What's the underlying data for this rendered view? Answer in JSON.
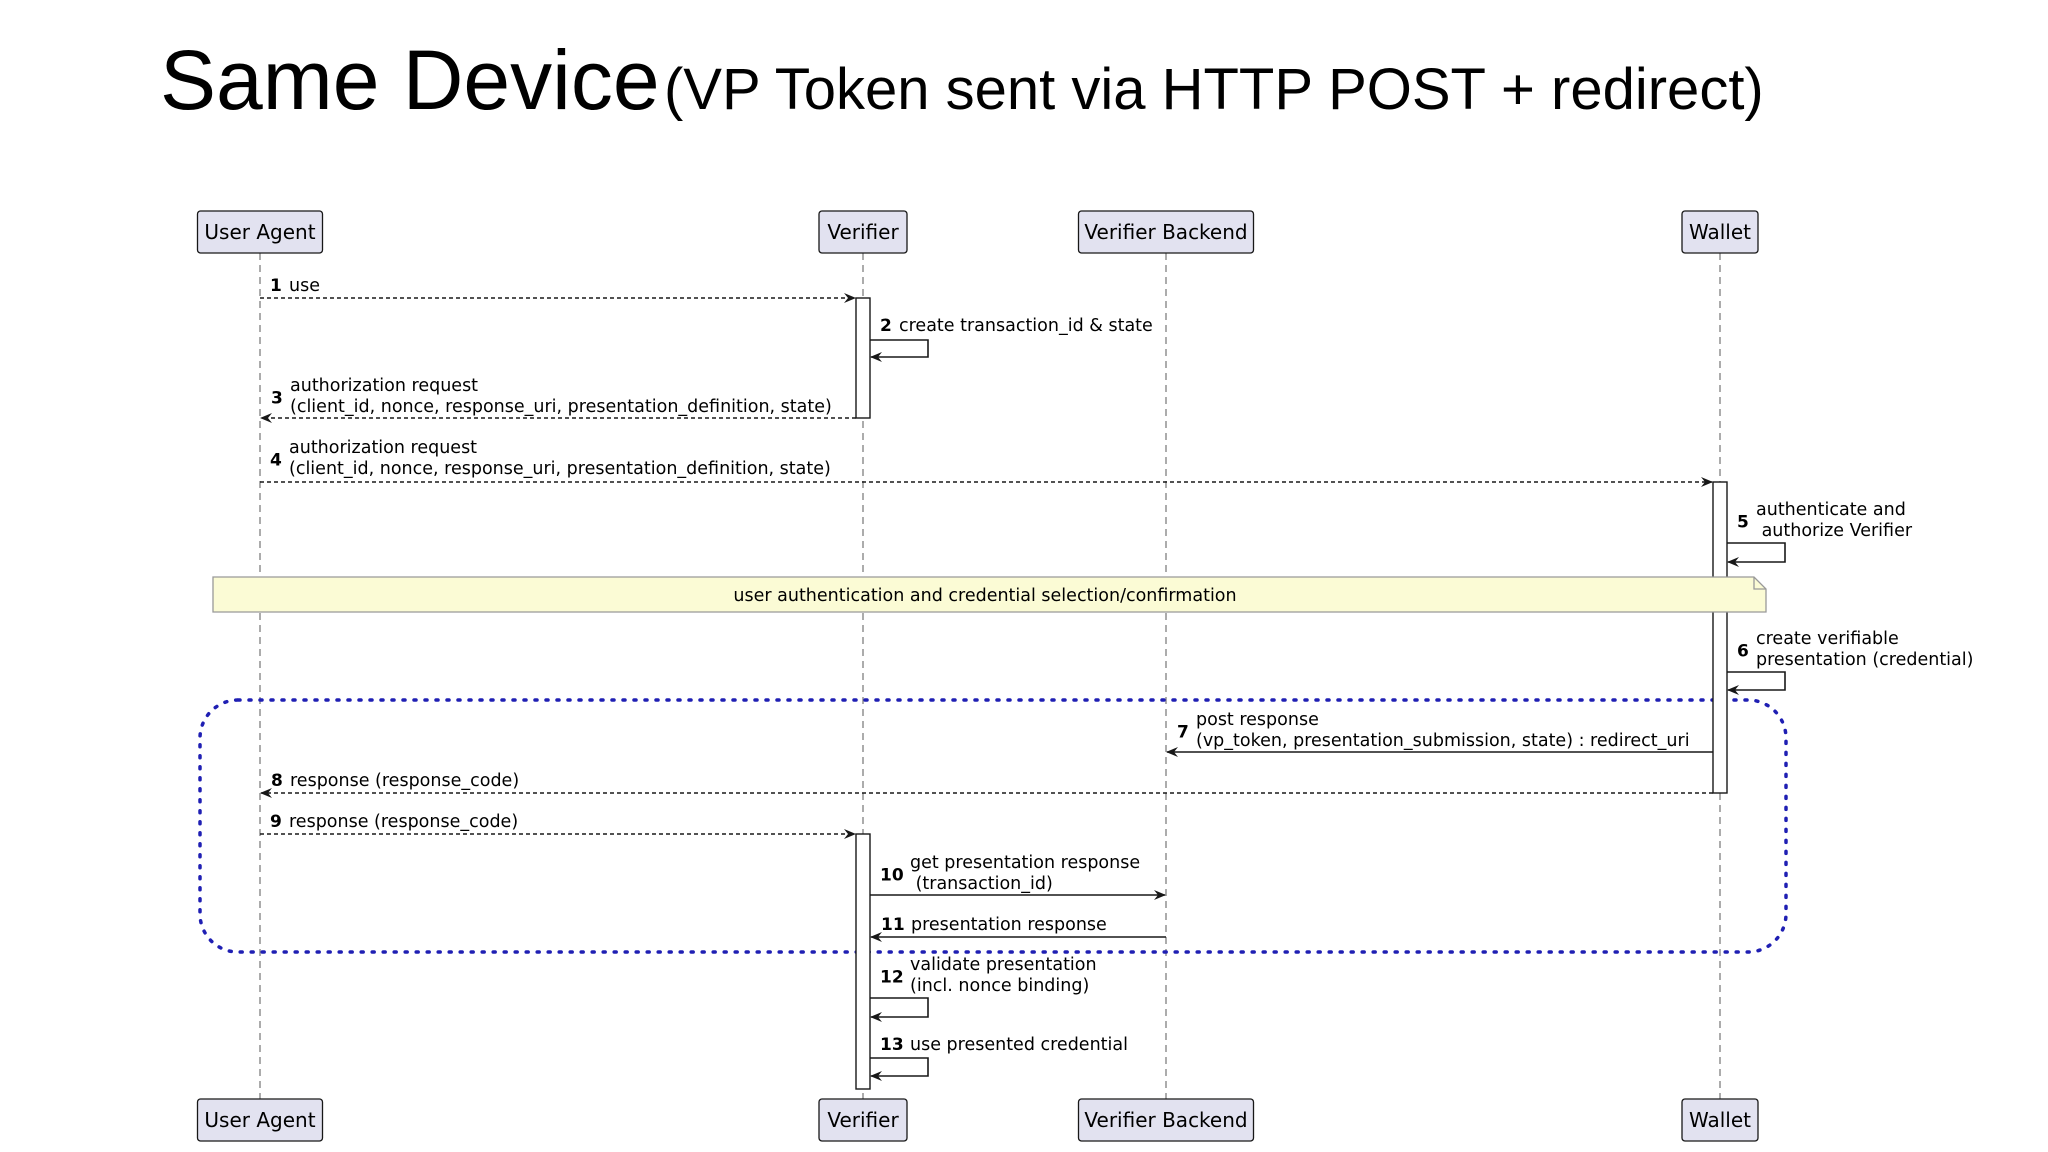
{
  "title": {
    "main": "Same Device",
    "subtitle": "(VP Token sent via HTTP POST + redirect)"
  },
  "participants": [
    {
      "id": "ua",
      "label": "User Agent"
    },
    {
      "id": "verifier",
      "label": "Verifier"
    },
    {
      "id": "backend",
      "label": "Verifier Backend"
    },
    {
      "id": "wallet",
      "label": "Wallet"
    }
  ],
  "messages": [
    {
      "num": "1",
      "from": "ua",
      "to": "verifier",
      "style": "dashed",
      "lines": [
        "use"
      ]
    },
    {
      "num": "2",
      "from": "verifier",
      "to": "verifier",
      "style": "solid",
      "lines": [
        "create transaction_id & state"
      ]
    },
    {
      "num": "3",
      "from": "verifier",
      "to": "ua",
      "style": "dashed",
      "lines": [
        "authorization request",
        "(client_id, nonce, response_uri, presentation_definition, state)"
      ]
    },
    {
      "num": "4",
      "from": "ua",
      "to": "wallet",
      "style": "dashed",
      "lines": [
        "authorization request",
        "(client_id, nonce, response_uri, presentation_definition, state)"
      ]
    },
    {
      "num": "5",
      "from": "wallet",
      "to": "wallet",
      "style": "solid",
      "lines": [
        "authenticate and",
        " authorize Verifier"
      ]
    },
    {
      "num": "6",
      "from": "wallet",
      "to": "wallet",
      "style": "solid",
      "lines": [
        "create verifiable",
        "presentation (credential)"
      ]
    },
    {
      "num": "7",
      "from": "wallet",
      "to": "backend",
      "style": "solid",
      "lines": [
        "post response",
        "(vp_token, presentation_submission, state) : redirect_uri"
      ]
    },
    {
      "num": "8",
      "from": "wallet",
      "to": "ua",
      "style": "dashed",
      "lines": [
        "response (response_code)"
      ]
    },
    {
      "num": "9",
      "from": "ua",
      "to": "verifier",
      "style": "dashed",
      "lines": [
        "response (response_code)"
      ]
    },
    {
      "num": "10",
      "from": "verifier",
      "to": "backend",
      "style": "solid",
      "lines": [
        "get presentation response",
        " (transaction_id)"
      ]
    },
    {
      "num": "11",
      "from": "backend",
      "to": "verifier",
      "style": "solid",
      "lines": [
        "presentation response"
      ]
    },
    {
      "num": "12",
      "from": "verifier",
      "to": "verifier",
      "style": "solid",
      "lines": [
        "validate presentation",
        "(incl. nonce binding)"
      ]
    },
    {
      "num": "13",
      "from": "verifier",
      "to": "verifier",
      "style": "solid",
      "lines": [
        "use presented credential"
      ]
    }
  ],
  "note": {
    "text": "user authentication and credential selection/confirmation"
  },
  "colors": {
    "participant_fill": "#e2e2f0",
    "participant_border": "#181818",
    "note_fill": "#fbfbd5",
    "note_border": "#999999",
    "highlight_border": "#1f1fb3",
    "line": "#181818"
  }
}
